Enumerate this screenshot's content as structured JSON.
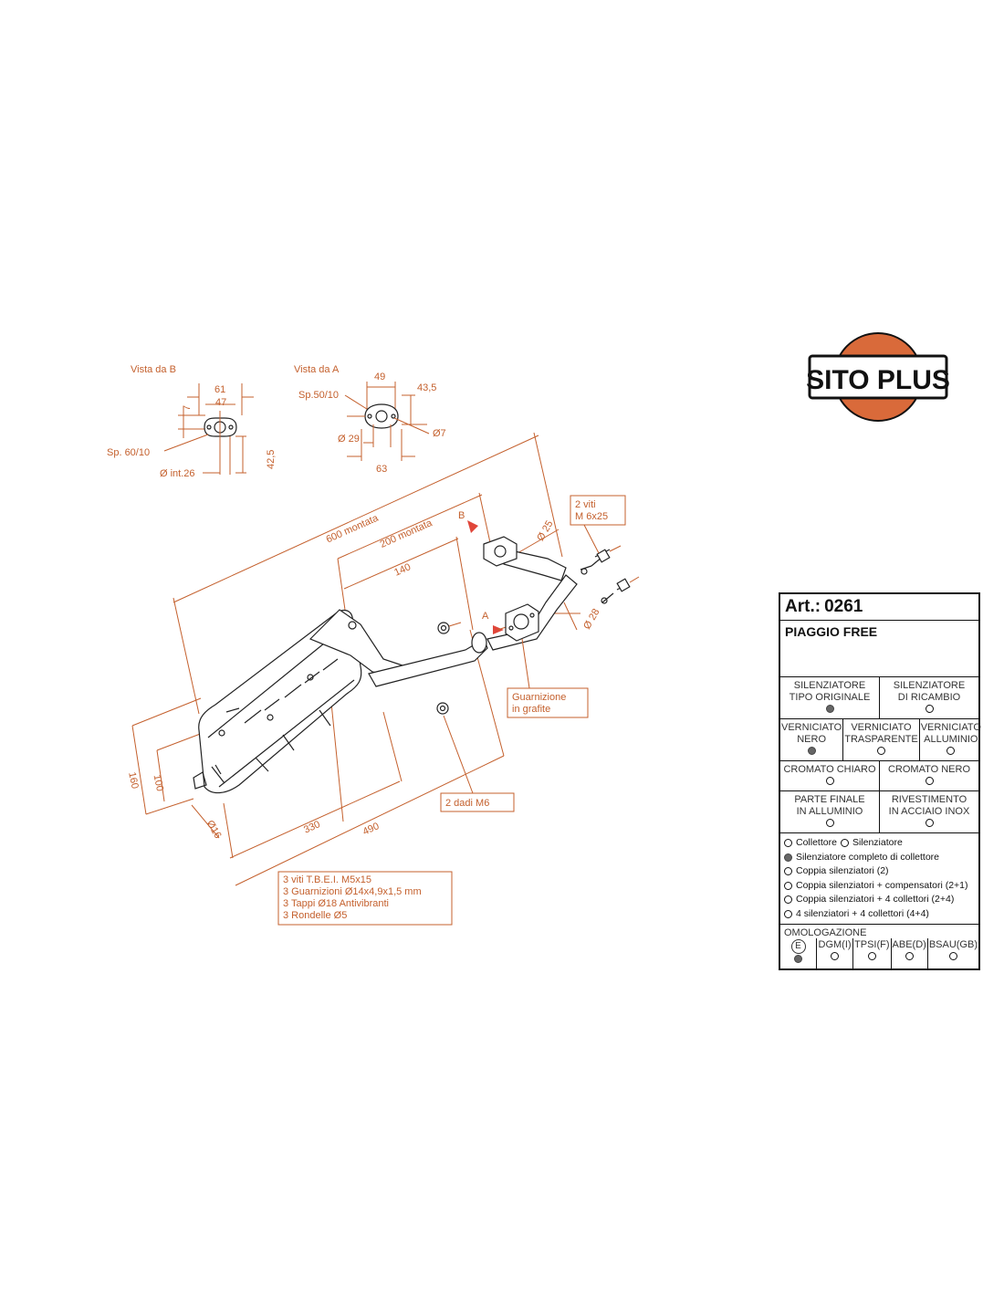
{
  "brand": {
    "name": "SITO PLUS",
    "accent": "#d96a3a"
  },
  "dimensions": {
    "vista_b": {
      "title": "Vista da   B",
      "d61": "61",
      "d47": "47",
      "d7": "7",
      "sp": "Sp. 60/10",
      "dint": "Ø int.26",
      "d425": "42,5"
    },
    "vista_a": {
      "title": "Vista da   A",
      "d49": "49",
      "d435": "43,5",
      "sp": "Sp.50/10",
      "d29": "Ø 29",
      "d7": "Ø7",
      "d63": "63"
    },
    "main": {
      "d600": "600 montata",
      "d200": "200 montata",
      "d140": "140",
      "d160": "160",
      "d100": "100",
      "d16": "Ø16",
      "d330": "330",
      "d490": "490",
      "d25": "Ø 25",
      "d28": "Ø 28",
      "label_a": "A",
      "label_b": "B"
    },
    "callouts": {
      "viti": [
        "2 viti",
        "M 6x25"
      ],
      "guarnizione": [
        "Guarnizione",
        "in grafite"
      ],
      "dadi": "2 dadi M6",
      "kit": [
        "3 viti T.B.E.I. M5x15",
        "3 Guarnizioni Ø14x4,9x1,5 mm",
        "3 Tappi Ø18 Antivibranti",
        "3 Rondelle Ø5"
      ]
    }
  },
  "panel": {
    "art_label": "Art.:",
    "art_number": "0261",
    "model": "PIAGGIO FREE",
    "silenziatore": [
      {
        "label": [
          "SILENZIATORE",
          "TIPO ORIGINALE"
        ],
        "selected": true
      },
      {
        "label": [
          "SILENZIATORE",
          "DI RICAMBIO"
        ],
        "selected": false
      }
    ],
    "verniciato": [
      {
        "label": [
          "VERNICIATO",
          "NERO"
        ],
        "selected": true
      },
      {
        "label": [
          "VERNICIATO",
          "TRASPARENTE"
        ],
        "selected": false
      },
      {
        "label": [
          "VERNICIATO",
          "ALLUMINIO"
        ],
        "selected": false
      }
    ],
    "cromato": [
      {
        "label": [
          "CROMATO CHIARO"
        ],
        "selected": false
      },
      {
        "label": [
          "CROMATO NERO"
        ],
        "selected": false
      }
    ],
    "finale": [
      {
        "label": [
          "PARTE FINALE",
          "IN ALLUMINIO"
        ],
        "selected": false
      },
      {
        "label": [
          "RIVESTIMENTO",
          "IN ACCIAIO INOX"
        ],
        "selected": false
      }
    ],
    "options_line1": [
      {
        "label": "Collettore",
        "selected": false
      },
      {
        "label": "Silenziatore",
        "selected": false
      }
    ],
    "options": [
      {
        "label": "Silenziatore completo di collettore",
        "selected": true
      },
      {
        "label": "Coppia silenziatori (2)",
        "selected": false
      },
      {
        "label": "Coppia silenziatori + compensatori (2+1)",
        "selected": false
      },
      {
        "label": "Coppia silenziatori + 4 collettori (2+4)",
        "selected": false
      },
      {
        "label": "4 silenziatori + 4 collettori (4+4)",
        "selected": false
      }
    ],
    "omologazione_title": "OMOLOGAZIONE",
    "omologazione": [
      {
        "label": "E",
        "selected": true
      },
      {
        "label": "DGM(I)",
        "selected": false
      },
      {
        "label": "TPSI(F)",
        "selected": false
      },
      {
        "label": "ABE(D)",
        "selected": false
      },
      {
        "label": "BSAU(GB)",
        "selected": false
      }
    ]
  }
}
